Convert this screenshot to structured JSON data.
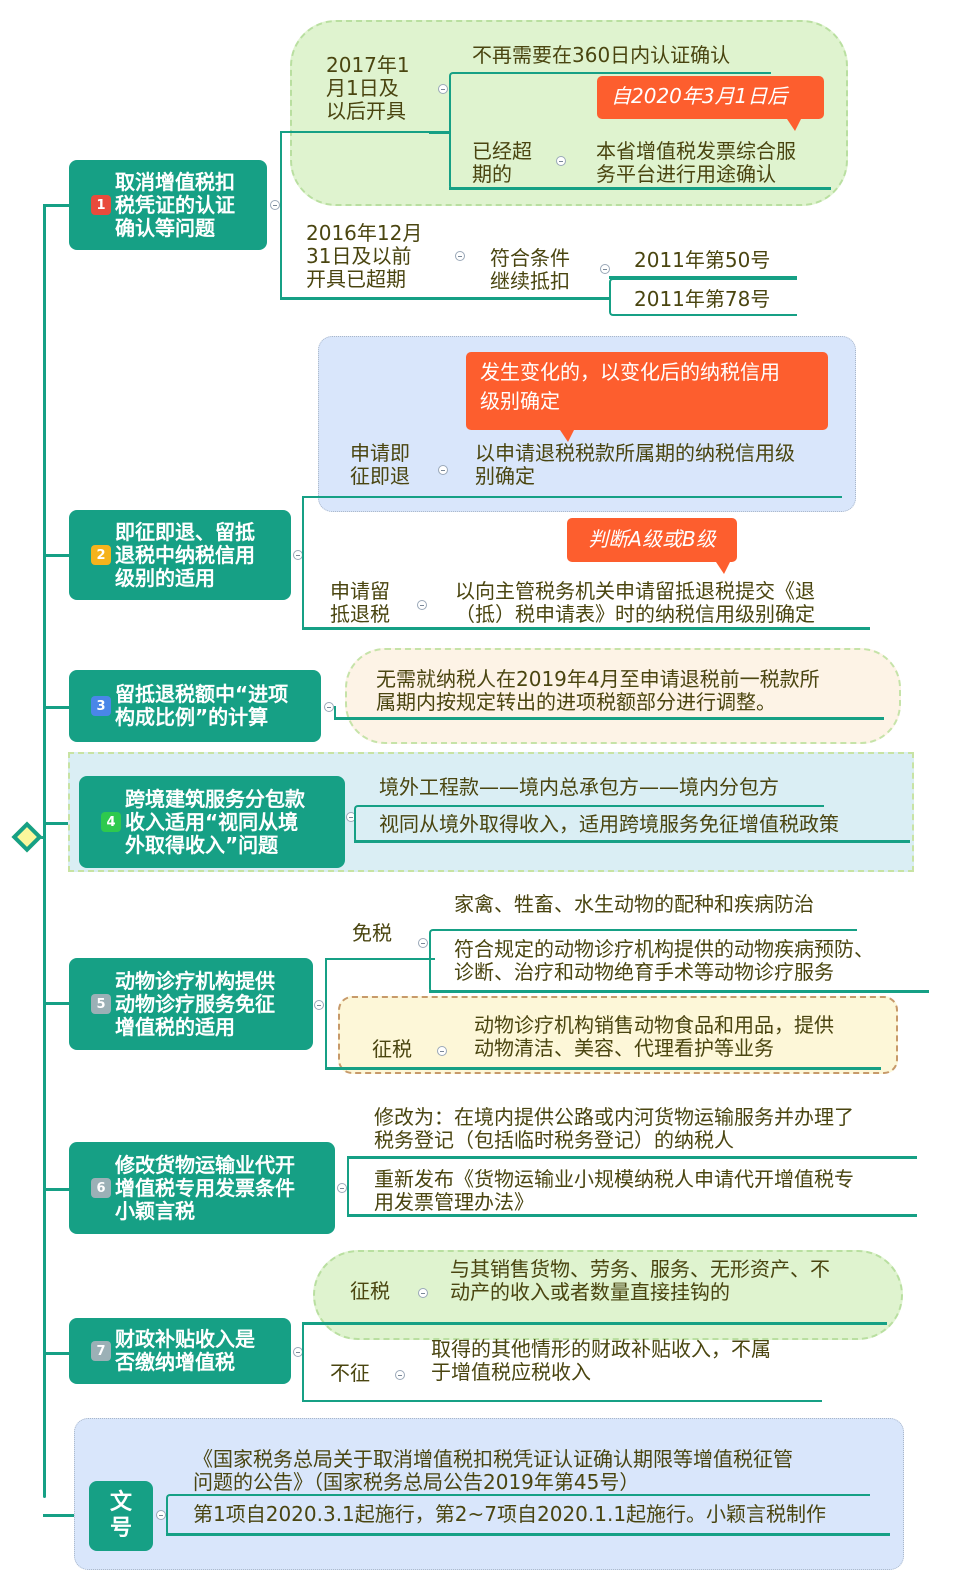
{
  "mindmap": {
    "root": {
      "shape": "diamond",
      "fill": "#fbf79c",
      "stroke": "#16a085"
    },
    "colors": {
      "topic": "#16a085",
      "callout": "#fd5e2e",
      "text": "#4a4510",
      "line": "#16a085"
    },
    "topics": [
      {
        "badge": "1",
        "badge_color": "#e84b3c",
        "title": "取消增值税扣\n税凭证的认证\n确认等问题",
        "branches": [
          {
            "label": "2017年1\n月1日及\n以后开具",
            "children": [
              {
                "text": "不再需要在360日内认证确认"
              },
              {
                "label": "已经超\n期的",
                "callout": "自2020年3月1日后",
                "text": "本省增值税发票综合服\n务平台进行用途确认"
              }
            ]
          },
          {
            "label": "2016年12月\n31日及以前\n开具已超期",
            "children": [
              {
                "label": "符合条件\n继续抵扣",
                "items": [
                  "2011年第50号",
                  "2011年第78号"
                ]
              }
            ]
          }
        ]
      },
      {
        "badge": "2",
        "badge_color": "#f5b31c",
        "title": "即征即退、留抵\n退税中纳税信用\n级别的适用",
        "branches": [
          {
            "label": "申请即\n征即退",
            "callout": "发生变化的，以变化后的纳税信用\n级别确定",
            "text": "以申请退税税款所属期的纳税信用级\n别确定"
          },
          {
            "label": "申请留\n抵退税",
            "callout": "判断A级或B级",
            "text": "以向主管税务机关申请留抵退税提交《退\n（抵）税申请表》时的纳税信用级别确定"
          }
        ]
      },
      {
        "badge": "3",
        "badge_color": "#4a86e8",
        "title": "留抵退税额中“进项\n构成比例”的计算",
        "text": "无需就纳税人在2019年4月至申请退税前一税款所\n属期内按规定转出的进项税额部分进行调整。"
      },
      {
        "badge": "4",
        "badge_color": "#2ec94e",
        "title": "跨境建筑服务分包款\n收入适用“视同从境\n外取得收入”问题",
        "items": [
          "境外工程款——境内总承包方——境内分包方",
          "视同从境外取得收入，适用跨境服务免征增值税政策"
        ]
      },
      {
        "badge": "5",
        "badge_color": "#9bb0b6",
        "title": "动物诊疗机构提供\n动物诊疗服务免征\n增值税的适用",
        "branches": [
          {
            "label": "免税",
            "items": [
              "家禽、牲畜、水生动物的配种和疾病防治",
              "符合规定的动物诊疗机构提供的动物疾病预防、\n诊断、治疗和动物绝育手术等动物诊疗服务"
            ]
          },
          {
            "label": "征税",
            "text": "动物诊疗机构销售动物食品和用品，提供\n动物清洁、美容、代理看护等业务"
          }
        ]
      },
      {
        "badge": "6",
        "badge_color": "#9bb0b6",
        "title": "修改货物运输业代开\n增值税专用发票条件\n小颖言税",
        "items": [
          "修改为：在境内提供公路或内河货物运输服务并办理了\n税务登记（包括临时税务登记）的纳税人",
          "重新发布《货物运输业小规模纳税人申请代开增值税专\n用发票管理办法》"
        ]
      },
      {
        "badge": "7",
        "badge_color": "#9bb0b6",
        "title": "财政补贴收入是\n否缴纳增值税",
        "branches": [
          {
            "label": "征税",
            "text": "与其销售货物、劳务、服务、无形资产、不\n动产的收入或者数量直接挂钩的"
          },
          {
            "label": "不征",
            "text": "取得的其他情形的财政补贴收入，不属\n于增值税应税收入"
          }
        ]
      },
      {
        "title": "文\n号",
        "items": [
          "《国家税务总局关于取消增值税扣税凭证认证确认期限等增值税征管\n问题的公告》（国家税务总局公告2019年第45号）",
          "第1项自2020.3.1起施行，第2~7项自2020.1.1起施行。小颖言税制作"
        ]
      }
    ]
  }
}
